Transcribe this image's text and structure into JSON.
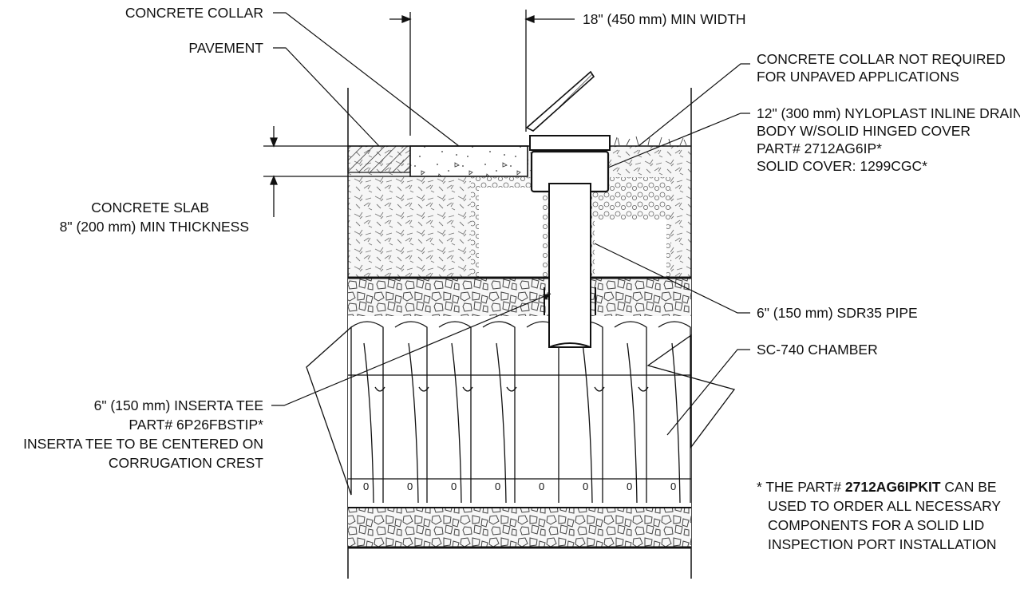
{
  "labels": {
    "concrete_collar": "CONCRETE COLLAR",
    "pavement": "PAVEMENT",
    "min_width": "18\" (450 mm) MIN WIDTH",
    "collar_not_required_1": "CONCRETE COLLAR NOT REQUIRED",
    "collar_not_required_2": "FOR UNPAVED APPLICATIONS",
    "drain_body_1": "12\" (300 mm) NYLOPLAST INLINE DRAIN",
    "drain_body_2": "BODY W/SOLID HINGED COVER",
    "drain_body_3": "PART# 2712AG6IP*",
    "drain_body_4": "SOLID COVER: 1299CGC*",
    "slab_1": "CONCRETE SLAB",
    "slab_2": "8\" (200 mm) MIN THICKNESS",
    "pipe": "6\" (150 mm) SDR35 PIPE",
    "chamber": "SC-740 CHAMBER",
    "tee_1": "6\" (150 mm) INSERTA TEE",
    "tee_2": "PART# 6P26FBSTIP*",
    "tee_3": "INSERTA TEE TO BE CENTERED ON",
    "tee_4": "CORRUGATION CREST",
    "note_1_pre": "* THE PART# ",
    "note_1_bold": "2712AG6IPKIT",
    "note_1_post": " CAN BE",
    "note_2": "USED TO ORDER ALL NECESSARY",
    "note_3": "COMPONENTS FOR A SOLID LID",
    "note_4": "INSPECTION PORT INSTALLATION"
  },
  "colors": {
    "line": "#111111",
    "fill_light": "#f4f4f4",
    "background": "#ffffff"
  }
}
